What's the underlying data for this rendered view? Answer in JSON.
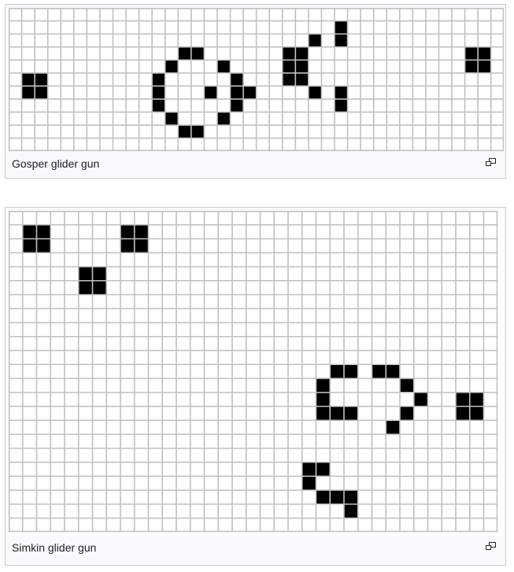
{
  "colors": {
    "line": "#c0c0c0",
    "cell": "#000000",
    "background": "#ffffff"
  },
  "figures": [
    {
      "caption": "Gosper glider gun",
      "cols": 36,
      "rows": 10,
      "live": [
        [
          1,
          5
        ],
        [
          2,
          5
        ],
        [
          1,
          6
        ],
        [
          2,
          6
        ],
        [
          11,
          5
        ],
        [
          11,
          6
        ],
        [
          11,
          7
        ],
        [
          12,
          4
        ],
        [
          12,
          8
        ],
        [
          13,
          3
        ],
        [
          13,
          9
        ],
        [
          14,
          3
        ],
        [
          14,
          9
        ],
        [
          15,
          6
        ],
        [
          16,
          4
        ],
        [
          16,
          8
        ],
        [
          17,
          5
        ],
        [
          17,
          6
        ],
        [
          17,
          7
        ],
        [
          18,
          6
        ],
        [
          21,
          3
        ],
        [
          21,
          4
        ],
        [
          21,
          5
        ],
        [
          22,
          3
        ],
        [
          22,
          4
        ],
        [
          22,
          5
        ],
        [
          23,
          2
        ],
        [
          23,
          6
        ],
        [
          25,
          1
        ],
        [
          25,
          2
        ],
        [
          25,
          6
        ],
        [
          25,
          7
        ],
        [
          35,
          3
        ],
        [
          35,
          4
        ],
        [
          36,
          3
        ],
        [
          36,
          4
        ]
      ],
      "magnify_icon": "magnify-icon"
    },
    {
      "caption": "Simkin glider gun",
      "cols": 35,
      "rows": 22,
      "live": [
        [
          1,
          1
        ],
        [
          2,
          1
        ],
        [
          1,
          2
        ],
        [
          2,
          2
        ],
        [
          8,
          1
        ],
        [
          9,
          1
        ],
        [
          8,
          2
        ],
        [
          9,
          2
        ],
        [
          5,
          4
        ],
        [
          6,
          4
        ],
        [
          5,
          5
        ],
        [
          6,
          5
        ],
        [
          23,
          11
        ],
        [
          24,
          11
        ],
        [
          26,
          11
        ],
        [
          27,
          11
        ],
        [
          22,
          12
        ],
        [
          28,
          12
        ],
        [
          22,
          13
        ],
        [
          29,
          13
        ],
        [
          22,
          14
        ],
        [
          23,
          14
        ],
        [
          24,
          14
        ],
        [
          28,
          14
        ],
        [
          27,
          15
        ],
        [
          32,
          13
        ],
        [
          33,
          13
        ],
        [
          32,
          14
        ],
        [
          33,
          14
        ],
        [
          21,
          18
        ],
        [
          22,
          18
        ],
        [
          21,
          19
        ],
        [
          22,
          20
        ],
        [
          23,
          20
        ],
        [
          24,
          20
        ],
        [
          24,
          21
        ]
      ],
      "magnify_icon": "magnify-icon"
    }
  ]
}
